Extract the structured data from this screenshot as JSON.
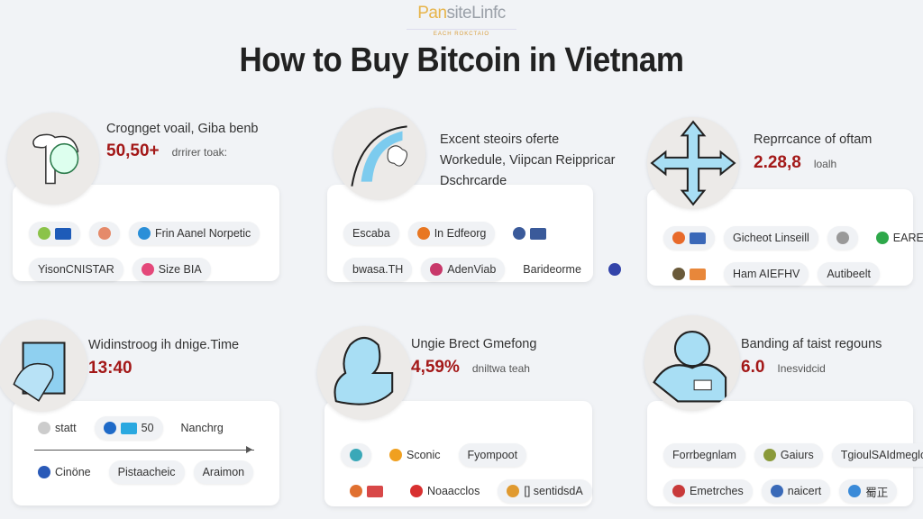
{
  "logo": {
    "name_a": "Pan",
    "name_b": "siteLinfc",
    "tagline": "EACH ROKCTAIO"
  },
  "title": "How to Buy Bitcoin in Vietnam",
  "cards": [
    {
      "title": [
        "Crognget voail, Giba benb"
      ],
      "value": "50,50+",
      "unit": "drrirer toak:",
      "icon": "bird-icon",
      "rows": [
        [
          {
            "label": "",
            "icons": [
              "#8bc34a",
              "#1e5bb8"
            ],
            "pill": true
          },
          {
            "label": "",
            "icons": [
              "#e58a6a"
            ],
            "pill": true
          },
          {
            "label": "Frin Aanel Norpetic",
            "icons": [
              "#2a8fd8"
            ],
            "pill": true
          }
        ],
        [
          {
            "label": "YisonCNISTAR",
            "pill": true
          },
          {
            "label": "Size BIA",
            "icons": [
              "#e4487a"
            ],
            "pill": true
          }
        ]
      ]
    },
    {
      "title": [
        "Excent steoirs oferte",
        "Workedule, Viipcan Reippricar",
        "Dschrcarde"
      ],
      "value": "",
      "unit": "",
      "icon": "wave-icon",
      "rows": [
        [
          {
            "label": "Escaba",
            "pill": true
          },
          {
            "label": "In Edfeorg",
            "icons": [
              "#e87722"
            ],
            "pill": true
          },
          {
            "label": "",
            "icons": [
              "#3a5a9a",
              "#3a5a9a"
            ],
            "pill": false
          }
        ],
        [
          {
            "label": "bwasa.TH",
            "pill": true
          },
          {
            "label": "AdenViab",
            "icons": [
              "#c8386a"
            ],
            "pill": true
          },
          {
            "label": "Barideorme",
            "pill": false
          },
          {
            "label": "",
            "icons": [
              "#3344aa"
            ],
            "pill": false
          }
        ]
      ]
    },
    {
      "title": [
        "Reprrcance of oftam"
      ],
      "value": "2.28,8",
      "unit": "loalh",
      "icon": "move-arrows-icon",
      "rows": [
        [
          {
            "label": "",
            "icons": [
              "#e86a2a",
              "#3a68b8"
            ],
            "pill": true
          },
          {
            "label": "Gicheot Linseill",
            "pill": true
          },
          {
            "label": "",
            "icons": [
              "#999"
            ],
            "pill": true
          },
          {
            "label": "EARER",
            "icons": [
              "#2ea84a"
            ],
            "pill": false
          }
        ],
        [
          {
            "label": "",
            "icons": [
              "#6a5a3a",
              "#e8873a"
            ],
            "pill": false
          },
          {
            "label": "Ham AIEFHV",
            "pill": true
          },
          {
            "label": "Autibeelt",
            "pill": true
          }
        ]
      ]
    },
    {
      "title": [
        "Widinstroog ih dnige.Time"
      ],
      "value": "13:40",
      "unit": "",
      "icon": "tablet-icon",
      "rows": [
        [
          {
            "label": "statt",
            "icons": [
              "#ccc"
            ],
            "pill": false
          },
          {
            "label": "50",
            "icons": [
              "#1e6ac8",
              "#29a8e0"
            ],
            "pill": true
          },
          {
            "label": "Nanchrg",
            "pill": false
          }
        ],
        [
          {
            "label": "Cinöne",
            "icons": [
              "#2a5ab8"
            ],
            "pill": false
          },
          {
            "label": "Pistaacheic",
            "pill": true
          },
          {
            "label": "Araimon",
            "pill": true
          }
        ]
      ],
      "arrow": true
    },
    {
      "title": [
        "Ungie Brect Gmefong"
      ],
      "value": "4,59%",
      "unit": "dniltwa teah",
      "icon": "person-icon",
      "rows": [
        [
          {
            "label": "",
            "icons": [
              "#3aa8b8"
            ],
            "pill": true
          },
          {
            "label": "Sconic",
            "icons": [
              "#f0a020"
            ],
            "pill": false
          },
          {
            "label": "Fyompoot",
            "pill": true
          }
        ],
        [
          {
            "label": "",
            "icons": [
              "#e07030",
              "#d84848"
            ],
            "pill": false
          },
          {
            "label": "Noaacclos",
            "icons": [
              "#d83030"
            ],
            "pill": false
          },
          {
            "label": "[] sentidsdA",
            "icons": [
              "#e09a30"
            ],
            "pill": true
          }
        ]
      ]
    },
    {
      "title": [
        "Banding af taist regouns"
      ],
      "value": "6.0",
      "unit": "Inesvidcid",
      "icon": "group-icon",
      "rows": [
        [
          {
            "label": "Forrbegnlam",
            "pill": true
          },
          {
            "label": "Gaiurs",
            "icons": [
              "#8a9a3a"
            ],
            "pill": true
          },
          {
            "label": "TgioulSAIdmeglorg",
            "pill": true
          }
        ],
        [
          {
            "label": "Emetrches",
            "icons": [
              "#c83a3a"
            ],
            "pill": true
          },
          {
            "label": "naicert",
            "icons": [
              "#3a6ab8"
            ],
            "pill": true
          },
          {
            "label": "蜀正",
            "icons": [
              "#3a8ad8"
            ],
            "pill": true
          }
        ]
      ]
    }
  ]
}
